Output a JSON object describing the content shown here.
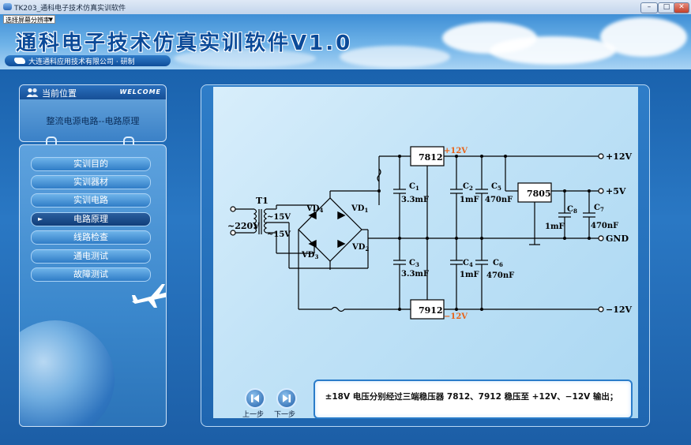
{
  "window": {
    "title": "TK203_通科电子技术仿真实训软件",
    "buttons": [
      "–",
      "□",
      "✕"
    ]
  },
  "header": {
    "resolution_select": "选择屏幕分辨率",
    "app_title": "通科电子技术仿真实训软件V1.0",
    "company": "大连通科应用技术有限公司 · 研制"
  },
  "location_panel": {
    "title": "当前位置",
    "welcome": "WELCOME",
    "current": "整流电源电路--电路原理"
  },
  "menu": {
    "items": [
      "实训目的",
      "实训器材",
      "实训电路",
      "电路原理",
      "线路检查",
      "通电测试",
      "故障测试"
    ],
    "active_index": 3
  },
  "nav": {
    "prev": "上一步",
    "next": "下一步"
  },
  "description": "±18V 电压分别经过三端稳压器 7812、7912 稳压至 +12V、−12V 输出；",
  "circuit": {
    "input_label": "~220V",
    "transformer": "T1",
    "secondary_top": "~15V",
    "secondary_bottom": "~15V",
    "diodes": [
      "VD",
      "VD",
      "VD",
      "VD"
    ],
    "diode_subs": [
      "4",
      "1",
      "3",
      "2"
    ],
    "regulators": [
      "7812",
      "7912",
      "7805"
    ],
    "cap_names": [
      "C",
      "C",
      "C",
      "C",
      "C",
      "C",
      "C",
      "C"
    ],
    "cap_subs": [
      "1",
      "2",
      "3",
      "4",
      "5",
      "6",
      "8",
      "7"
    ],
    "cap_values": [
      "3.3mF",
      "1mF",
      "3.3mF",
      "1mF",
      "470nF",
      "470nF",
      "1mF",
      "470nF"
    ],
    "reg_out_pos": "+12V",
    "reg_out_neg": "−12V",
    "outputs": [
      "+12V",
      "+5V",
      "GND",
      "−12V"
    ]
  },
  "colors": {
    "accent_orange": "#e8641a",
    "wire": "#000000"
  }
}
